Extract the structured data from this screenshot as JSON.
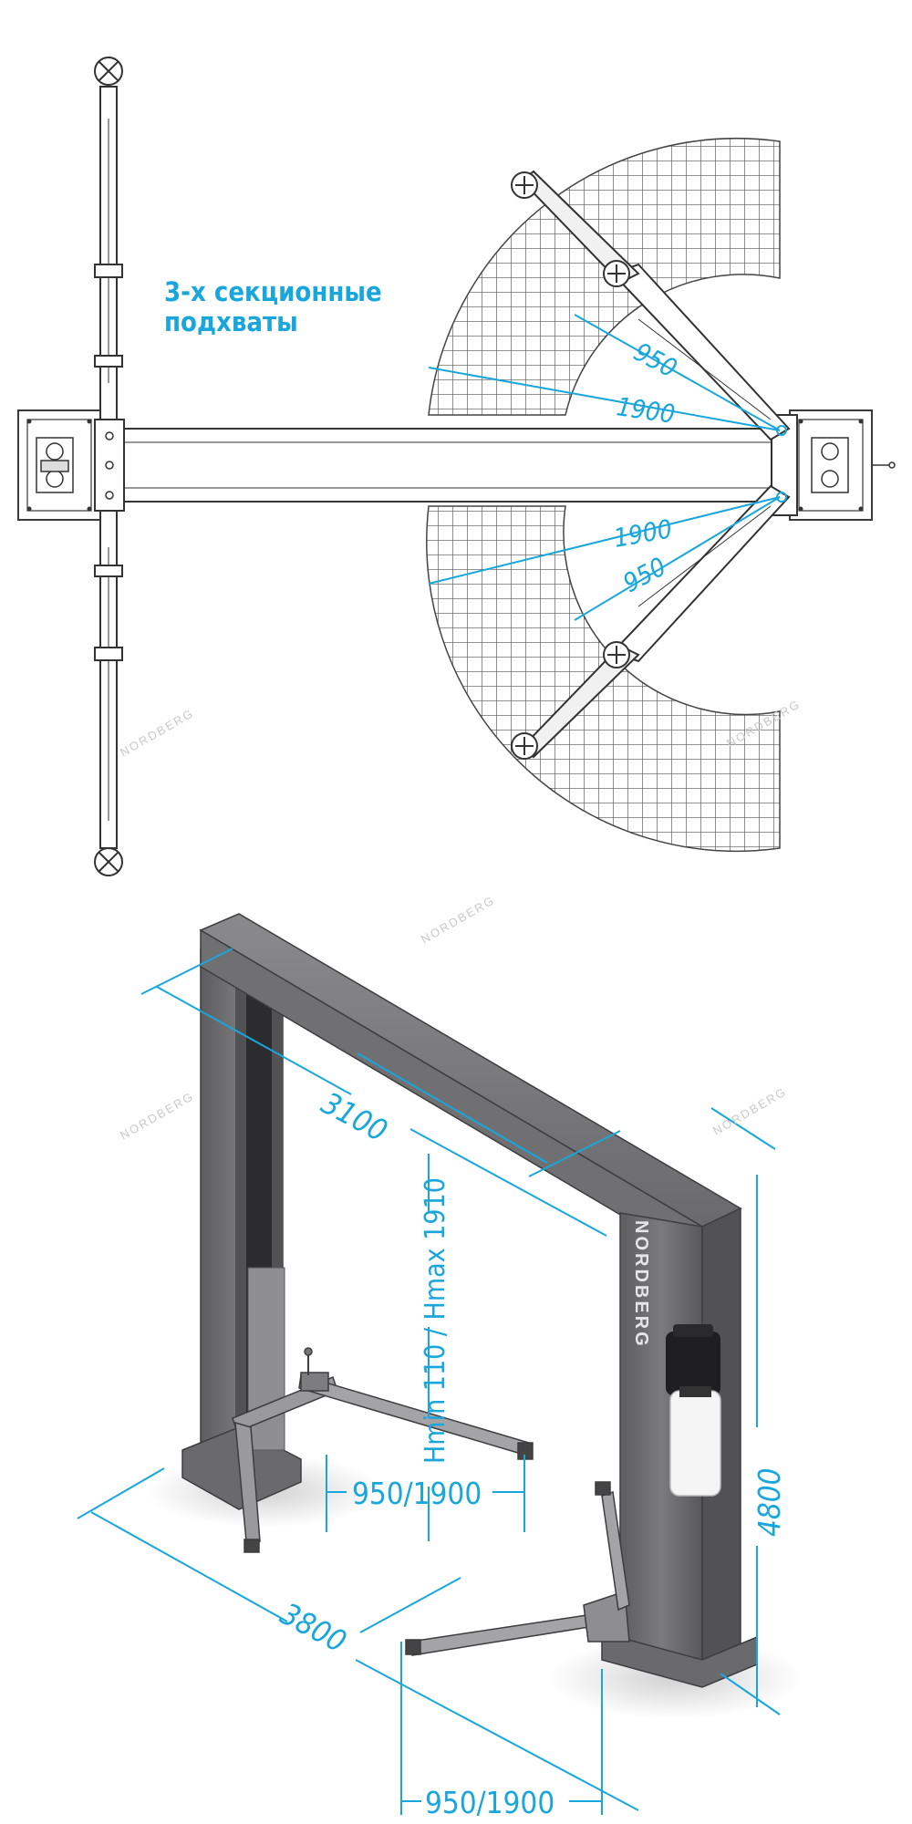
{
  "top_view": {
    "note_line1": "3-х секционные",
    "note_line2": "подхваты",
    "arm_short_upper": "950",
    "arm_long_upper": "1900",
    "arm_long_lower": "1900",
    "arm_short_lower": "950"
  },
  "iso_view": {
    "width_inner": "3100",
    "height_range": "Hmin 110 / Hmax 1910",
    "arm_reach_front": "950/1900",
    "total_width": "3800",
    "arm_reach_bottom": "950/1900",
    "total_height": "4800",
    "column_brand": "NORDBERG"
  },
  "watermark": "NORDBERG",
  "colors": {
    "dimension": "#18a6dd",
    "steel": "#6e6e70",
    "ink": "#3a3a3a"
  }
}
